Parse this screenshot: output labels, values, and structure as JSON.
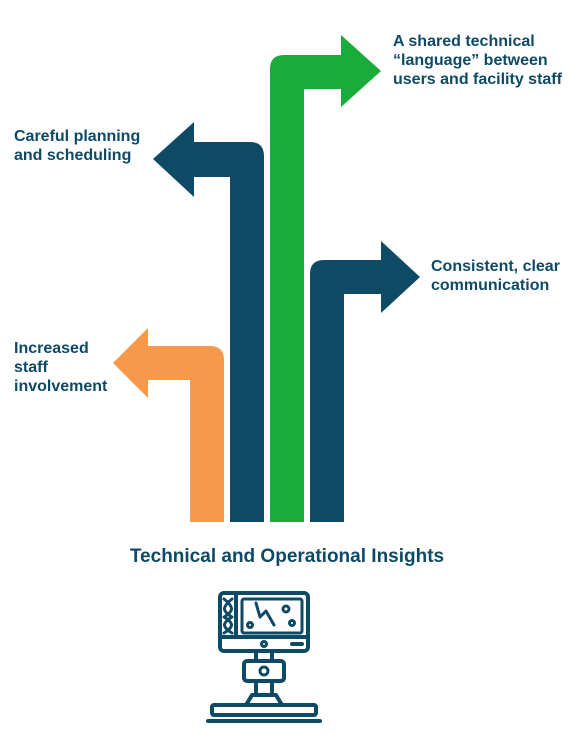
{
  "title": "Technical and Operational Insights",
  "colors": {
    "navy": "#0e4966",
    "green": "#1aab3a",
    "orange": "#f7994a",
    "icon": "#0e4966"
  },
  "arrows": [
    {
      "id": "involvement",
      "color": "orange",
      "direction": "left",
      "lines": [
        "Increased",
        "staff",
        "involvement"
      ]
    },
    {
      "id": "planning",
      "color": "navy",
      "direction": "left",
      "lines": [
        "Careful planning",
        "and scheduling"
      ]
    },
    {
      "id": "language",
      "color": "green",
      "direction": "right",
      "lines": [
        "A shared technical",
        "“language” between",
        "users and facility staff"
      ]
    },
    {
      "id": "communication",
      "color": "navy",
      "direction": "right",
      "lines": [
        "Consistent, clear",
        "communication"
      ]
    }
  ],
  "icon": "microscope-monitor-icon"
}
